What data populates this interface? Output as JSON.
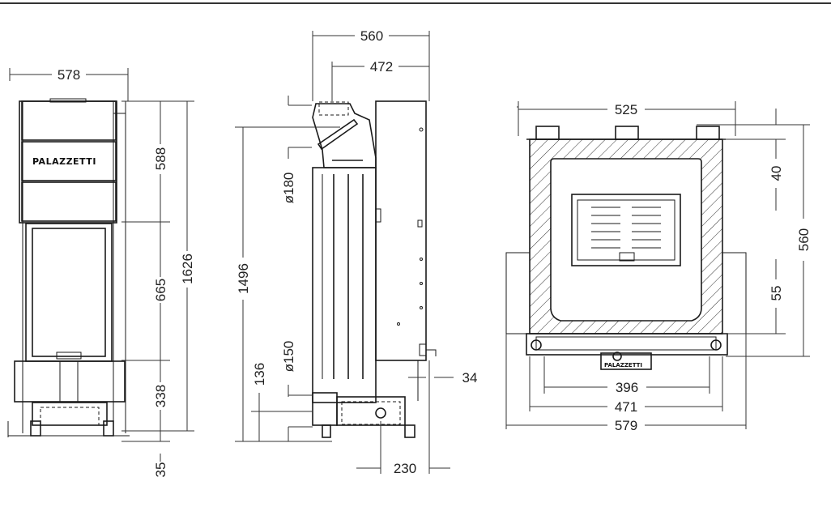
{
  "brand": "PALAZZETTI",
  "front_view": {
    "width": "578",
    "heights": [
      "588",
      "665",
      "338",
      "1626",
      "35"
    ]
  },
  "side_view": {
    "depth": "560",
    "flue_offset": "472",
    "flue_diameter": "ø180",
    "air_inlet_diameter": "ø150",
    "height": "1496",
    "inlet_height": "136",
    "foot_offset": "34",
    "inlet_depth": "230"
  },
  "top_view": {
    "top_width": "525",
    "width_396": "396",
    "width_471": "471",
    "width_579": "579",
    "depth_560": "560",
    "depth_40": "40",
    "depth_55": "55"
  }
}
